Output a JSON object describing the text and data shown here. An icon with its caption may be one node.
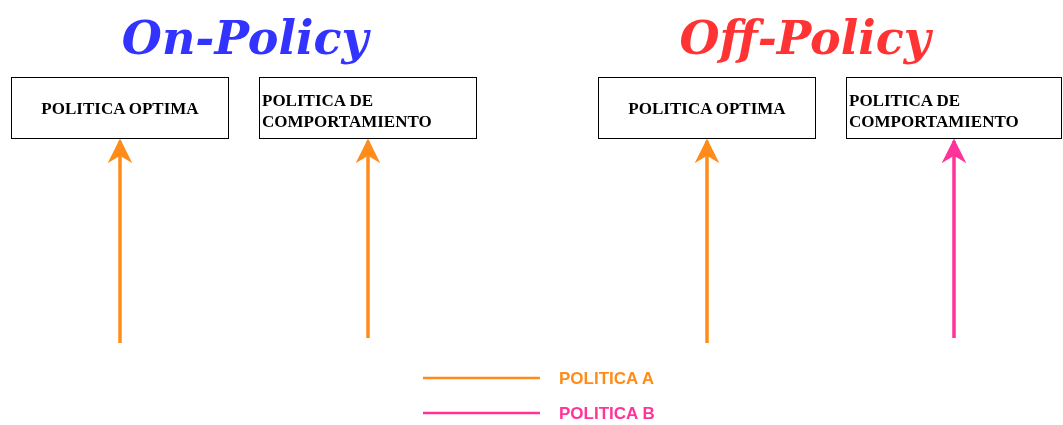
{
  "diagram": {
    "nodes": [
      {
        "text": [
          "POLITICA OPTIMA"
        ]
      },
      {
        "text": [
          "POLITICA DE COMPORTAMIENTO"
        ]
      },
      {
        "text": [
          "POLITICA OPTIMA"
        ]
      },
      {
        "text": [
          "POLITICA DE COMPORTAMIENTO"
        ]
      }
    ],
    "edges": [
      {
        "from": null,
        "to": 0,
        "arrow": "to"
      },
      {
        "from": null,
        "to": 1,
        "arrow": "to"
      },
      {
        "from": null,
        "to": 2,
        "arrow": "to"
      },
      {
        "from": null,
        "to": 3,
        "arrow": "to",
        "color": "#ff3399"
      }
    ],
    "labels": [
      "On-Policy",
      "Off-Policy"
    ],
    "legend": [
      {
        "text": "POLITICA A",
        "color": "#ff8c1a"
      },
      {
        "text": "POLITICA B",
        "color": "#ff3399"
      }
    ]
  }
}
